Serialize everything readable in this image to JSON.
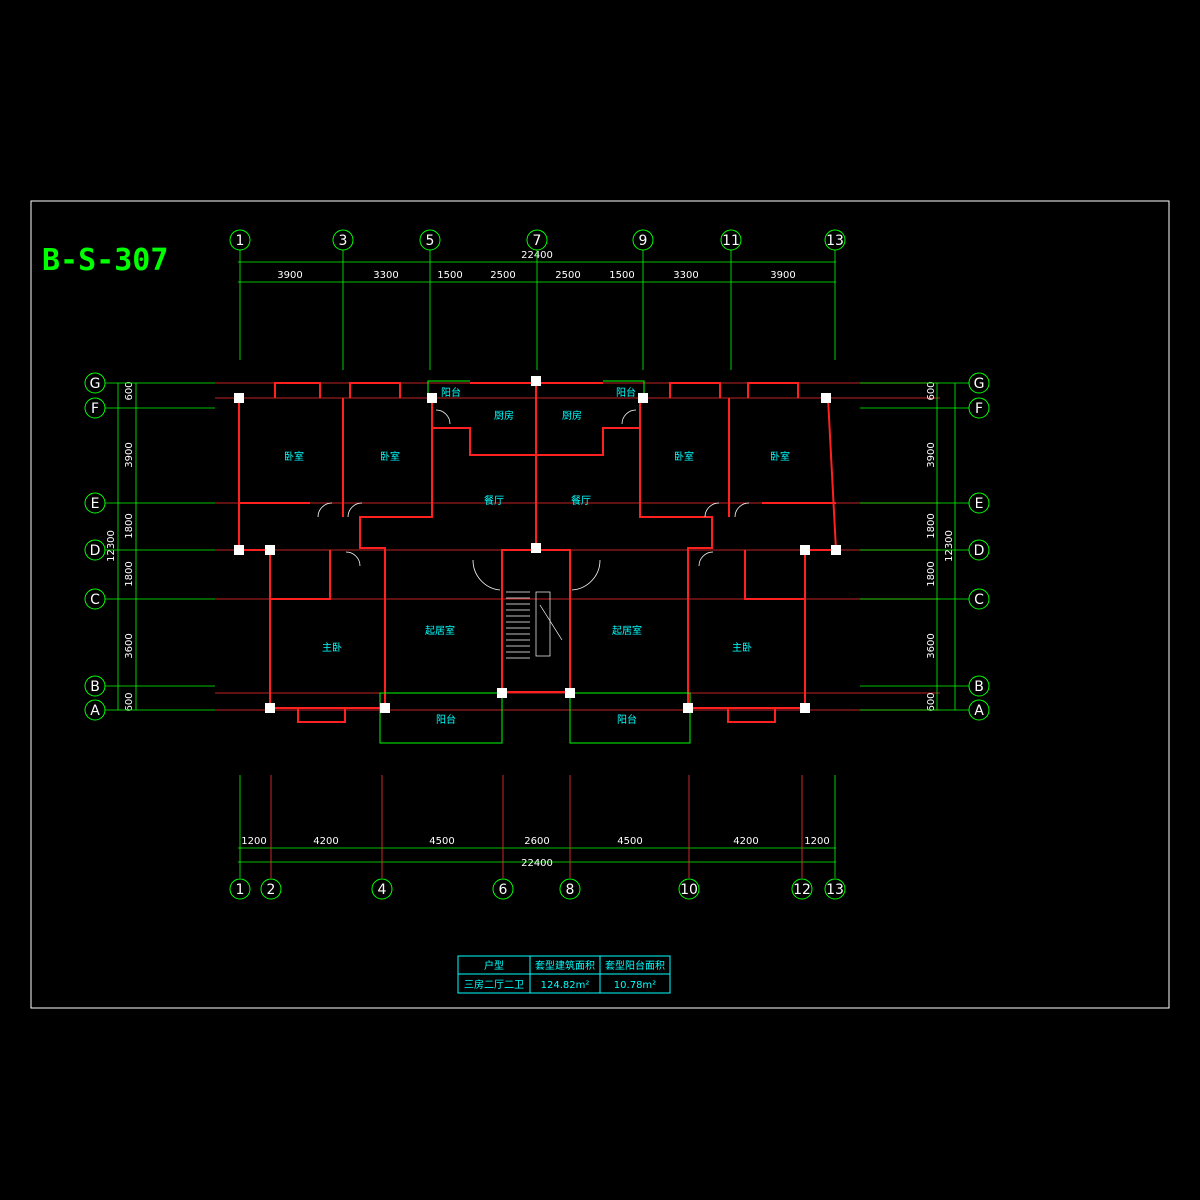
{
  "drawing": {
    "title": "B-S-307",
    "overall_dimension_top": "22400",
    "overall_dimension_bottom": "22400",
    "overall_dimension_side": "12300",
    "top_axes": [
      "1",
      "3",
      "5",
      "7",
      "9",
      "11",
      "13"
    ],
    "bottom_axes": [
      "1",
      "2",
      "4",
      "6",
      "8",
      "10",
      "12",
      "13"
    ],
    "row_axes": [
      "G",
      "F",
      "E",
      "D",
      "C",
      "B",
      "A"
    ],
    "top_dimensions": [
      "3900",
      "3300",
      "1500",
      "2500",
      "2500",
      "1500",
      "3300",
      "3900"
    ],
    "bottom_dimensions": [
      "1200",
      "4200",
      "4500",
      "2600",
      "4500",
      "4200",
      "1200"
    ],
    "left_dimensions": [
      "600",
      "3900",
      "1800",
      "1800",
      "3600",
      "600"
    ],
    "right_dimensions": [
      "600",
      "3900",
      "1800",
      "1800",
      "3600",
      "600"
    ],
    "rooms": {
      "bedroom": "卧室",
      "balcony": "阳台",
      "kitchen": "厨房",
      "dining": "餐厅",
      "living": "起居室",
      "master": "主卧"
    }
  },
  "area_table": {
    "headers": [
      "户型",
      "套型建筑面积",
      "套型阳台面积"
    ],
    "row": [
      "三房二厅二卫",
      "124.82m²",
      "10.78m²"
    ]
  },
  "colors": {
    "background": "#000000",
    "frame": "#ffffff",
    "axis_line": "#00ff00",
    "wall": "#ff0000",
    "dimension": "#00ff00",
    "room_label": "#00ffff",
    "title": "#00ff00"
  }
}
